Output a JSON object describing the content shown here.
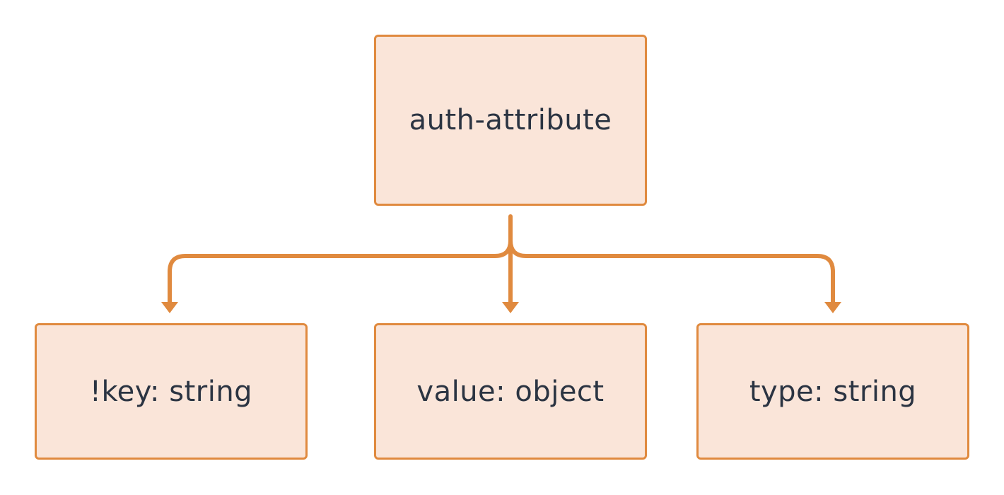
{
  "diagram": {
    "root": {
      "label": "auth-attribute"
    },
    "children": [
      {
        "label": "!key: string"
      },
      {
        "label": "value: object"
      },
      {
        "label": "type: string"
      }
    ],
    "colors": {
      "node_fill": "#fae5d9",
      "node_border": "#e08a3f",
      "connector": "#e08a3f",
      "text": "#2b3442"
    }
  }
}
